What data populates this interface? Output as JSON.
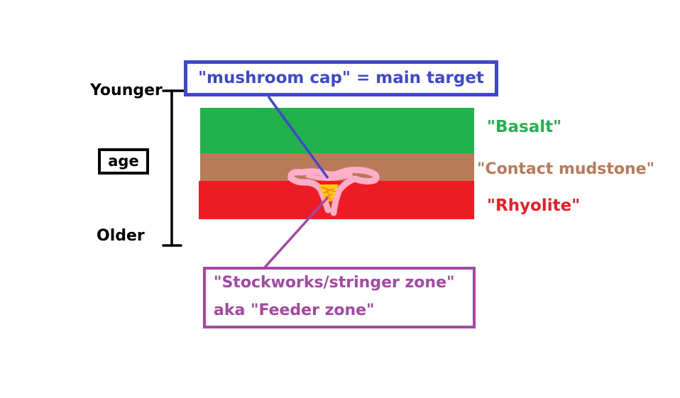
{
  "age_axis": {
    "top_label": "Younger",
    "middle_label": "age",
    "bottom_label": "Older"
  },
  "layers": [
    {
      "label": "\"Basalt\"",
      "color": "#22b14c"
    },
    {
      "label": "\"Contact mudstone\"",
      "color": "#b97a57"
    },
    {
      "label": "\"Rhyolite\"",
      "color": "#ed1c24"
    }
  ],
  "callouts": {
    "mushroom_cap": {
      "text": "\"mushroom cap\" = main target",
      "color": "#3f48cc"
    },
    "stockworks": {
      "line1": "\"Stockworks/stringer zone\"",
      "line2": "aka \"Feeder zone\"",
      "color": "#a349a4"
    }
  },
  "colors": {
    "axis": "#000000",
    "ore_body": "#ffaec9",
    "stringers": "#ffc90e",
    "stringer_lines": "#ff7f27"
  }
}
